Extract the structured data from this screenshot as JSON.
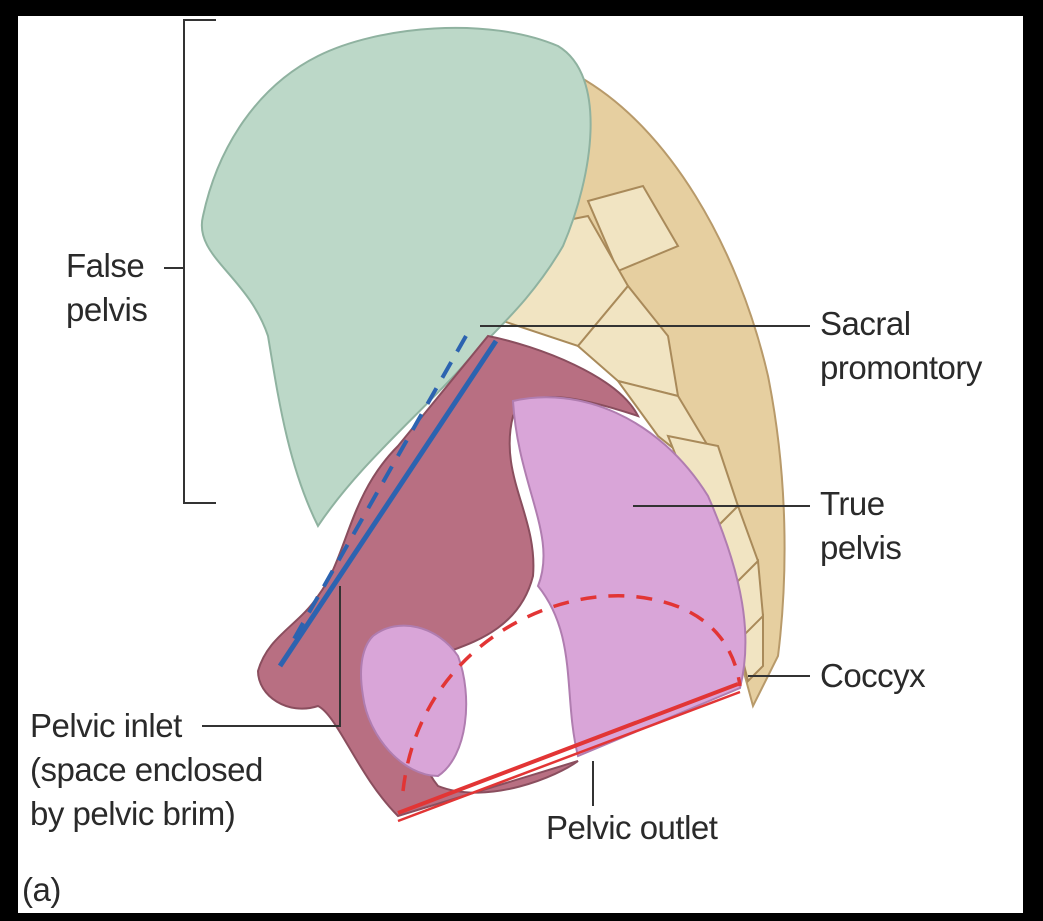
{
  "labels": {
    "false_pelvis": [
      "False",
      "pelvis"
    ],
    "sacral_promontory": [
      "Sacral",
      "promontory"
    ],
    "true_pelvis": [
      "True",
      "pelvis"
    ],
    "coccyx": "Coccyx",
    "pelvic_inlet": [
      "Pelvic inlet",
      "(space enclosed",
      "by pelvic brim)"
    ],
    "pelvic_outlet": "Pelvic outlet",
    "panel_letter": "(a)"
  },
  "colors": {
    "ilium": "#bcd8c8",
    "pubis_rim": "#b86f82",
    "true_pelvis_fill": "#d9a5d8",
    "sacrum": "#e6cfa0",
    "inlet_line": "#2c63b0",
    "outlet_line": "#e23535",
    "leader_line": "#333333"
  }
}
